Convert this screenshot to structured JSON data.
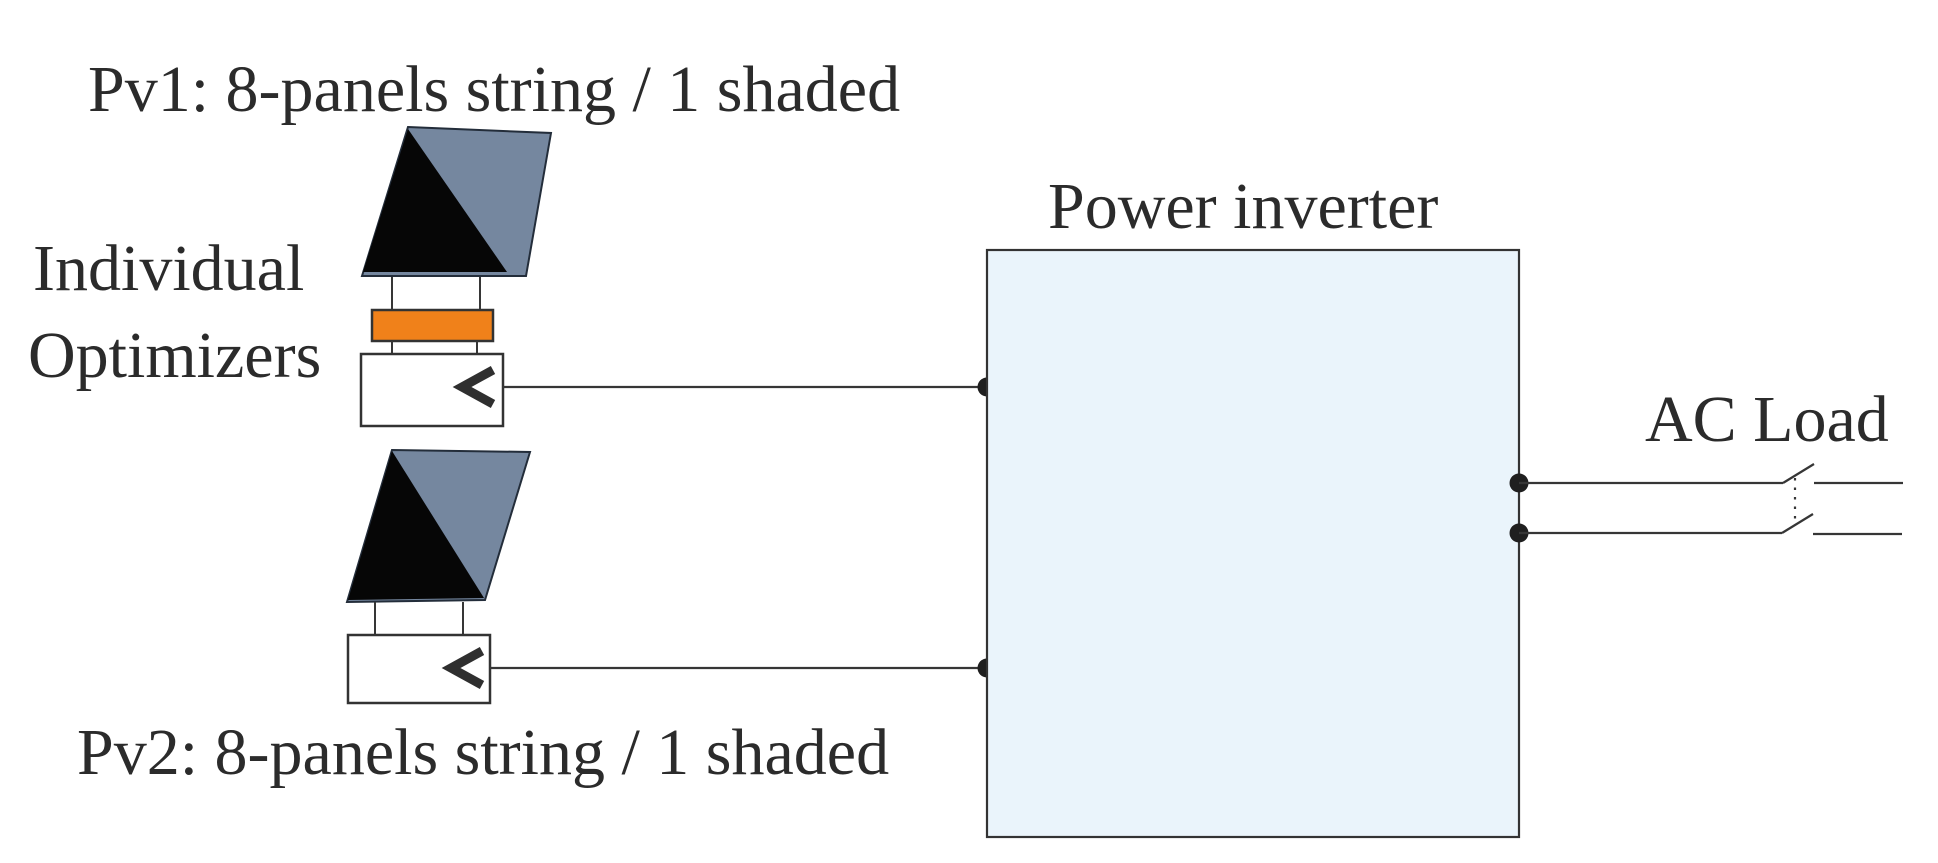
{
  "diagram": {
    "pv_string_1": {
      "label": "Pv1: 8-panels string / 1 shaded"
    },
    "pv_string_2": {
      "label": "Pv2: 8-panels string / 1 shaded"
    },
    "optimizer_caption": {
      "line1": "Individual",
      "line2": "Optimizers"
    },
    "inverter": {
      "label": "Power inverter"
    },
    "ac_load": {
      "label": "AC Load"
    },
    "icons": {
      "converter_chevron": "less-than-icon",
      "connection_node": "junction-dot-icon",
      "ac_switch": "open-switch-icon"
    }
  },
  "colors": {
    "background": "#ffffff",
    "text": "#2b2b2b",
    "line": "#363636",
    "panel_blue": "#75879F",
    "panel_black": "#060606",
    "panel_outline": "#232d3a",
    "optimizer_orange": "#F0811A",
    "inverter_fill": "#EAF4FB",
    "box_fill": "#ffffff",
    "dot": "#1f1f1f"
  }
}
